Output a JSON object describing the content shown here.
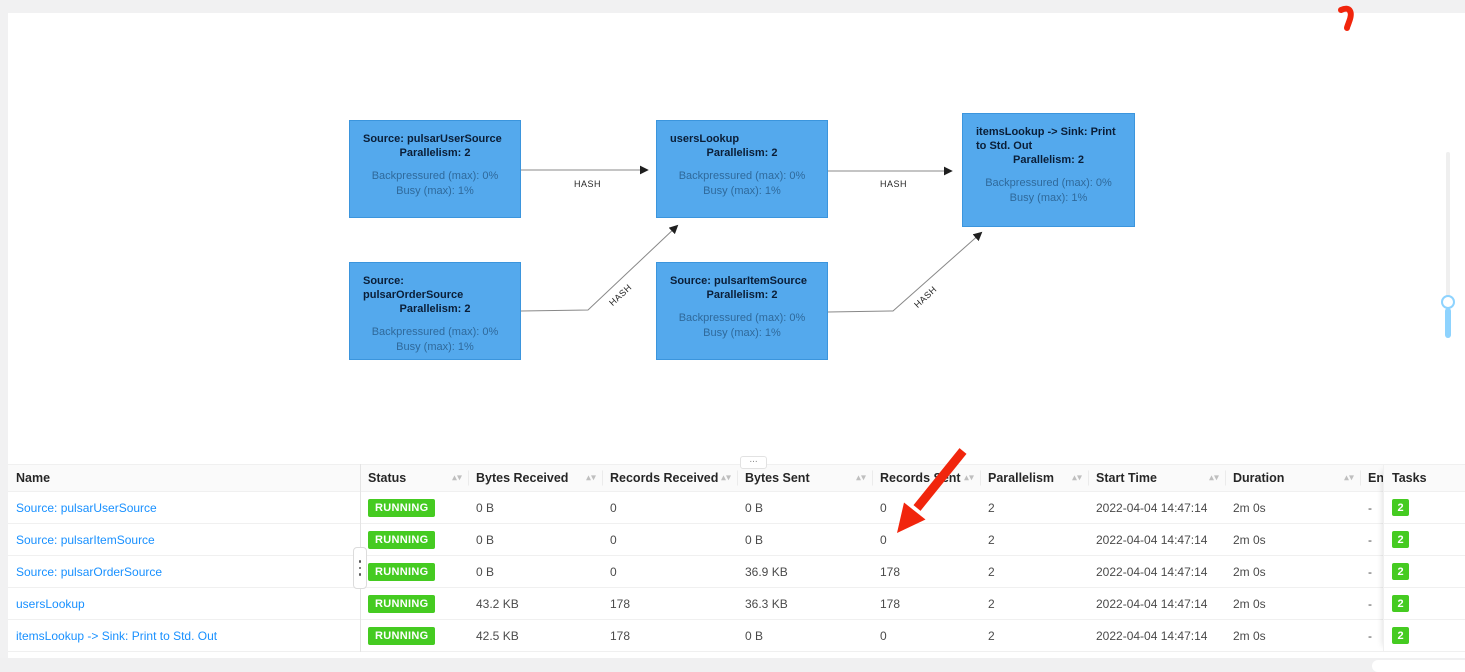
{
  "graph": {
    "edge_label": "HASH",
    "nodes": [
      {
        "name": "Source: pulsarUserSource",
        "parallelism": "Parallelism: 2",
        "backpressured": "Backpressured (max): 0%",
        "busy": "Busy (max): 1%"
      },
      {
        "name": "usersLookup",
        "parallelism": "Parallelism: 2",
        "backpressured": "Backpressured (max): 0%",
        "busy": "Busy (max): 1%"
      },
      {
        "name": "itemsLookup -> Sink: Print to Std. Out",
        "parallelism": "Parallelism: 2",
        "backpressured": "Backpressured (max): 0%",
        "busy": "Busy (max): 1%"
      },
      {
        "name": "Source: pulsarOrderSource",
        "parallelism": "Parallelism: 2",
        "backpressured": "Backpressured (max): 0%",
        "busy": "Busy (max): 1%"
      },
      {
        "name": "Source: pulsarItemSource",
        "parallelism": "Parallelism: 2",
        "backpressured": "Backpressured (max): 0%",
        "busy": "Busy (max): 1%"
      }
    ]
  },
  "splitter": {
    "label": "..."
  },
  "table": {
    "columns": [
      {
        "label": "Name",
        "sortable": false
      },
      {
        "label": "Status",
        "sortable": true
      },
      {
        "label": "Bytes Received",
        "sortable": true
      },
      {
        "label": "Records Received",
        "sortable": true
      },
      {
        "label": "Bytes Sent",
        "sortable": true
      },
      {
        "label": "Records Sent",
        "sortable": true
      },
      {
        "label": "Parallelism",
        "sortable": true
      },
      {
        "label": "Start Time",
        "sortable": true
      },
      {
        "label": "Duration",
        "sortable": true
      },
      {
        "label": "End Time",
        "sortable": true
      },
      {
        "label": "Tasks",
        "sortable": false
      }
    ],
    "rows": [
      {
        "name": "Source: pulsarUserSource",
        "status": "RUNNING",
        "bytes_received": "0 B",
        "records_received": "0",
        "bytes_sent": "0 B",
        "records_sent": "0",
        "parallelism": "2",
        "start_time": "2022-04-04 14:47:14",
        "duration": "2m 0s",
        "end_time": "-",
        "tasks": "2"
      },
      {
        "name": "Source: pulsarItemSource",
        "status": "RUNNING",
        "bytes_received": "0 B",
        "records_received": "0",
        "bytes_sent": "0 B",
        "records_sent": "0",
        "parallelism": "2",
        "start_time": "2022-04-04 14:47:14",
        "duration": "2m 0s",
        "end_time": "-",
        "tasks": "2"
      },
      {
        "name": "Source: pulsarOrderSource",
        "status": "RUNNING",
        "bytes_received": "0 B",
        "records_received": "0",
        "bytes_sent": "36.9 KB",
        "records_sent": "178",
        "parallelism": "2",
        "start_time": "2022-04-04 14:47:14",
        "duration": "2m 0s",
        "end_time": "-",
        "tasks": "2"
      },
      {
        "name": "usersLookup",
        "status": "RUNNING",
        "bytes_received": "43.2 KB",
        "records_received": "178",
        "bytes_sent": "36.3 KB",
        "records_sent": "178",
        "parallelism": "2",
        "start_time": "2022-04-04 14:47:14",
        "duration": "2m 0s",
        "end_time": "-",
        "tasks": "2"
      },
      {
        "name": "itemsLookup -> Sink: Print to Std. Out",
        "status": "RUNNING",
        "bytes_received": "42.5 KB",
        "records_received": "178",
        "bytes_sent": "0 B",
        "records_sent": "0",
        "parallelism": "2",
        "start_time": "2022-04-04 14:47:14",
        "duration": "2m 0s",
        "end_time": "-",
        "tasks": "2"
      }
    ]
  },
  "colors": {
    "link_blue": "#1890ff",
    "node_fill": "#54a9ed",
    "running_green": "#45cb21",
    "annotation_red": "#f1250c"
  }
}
